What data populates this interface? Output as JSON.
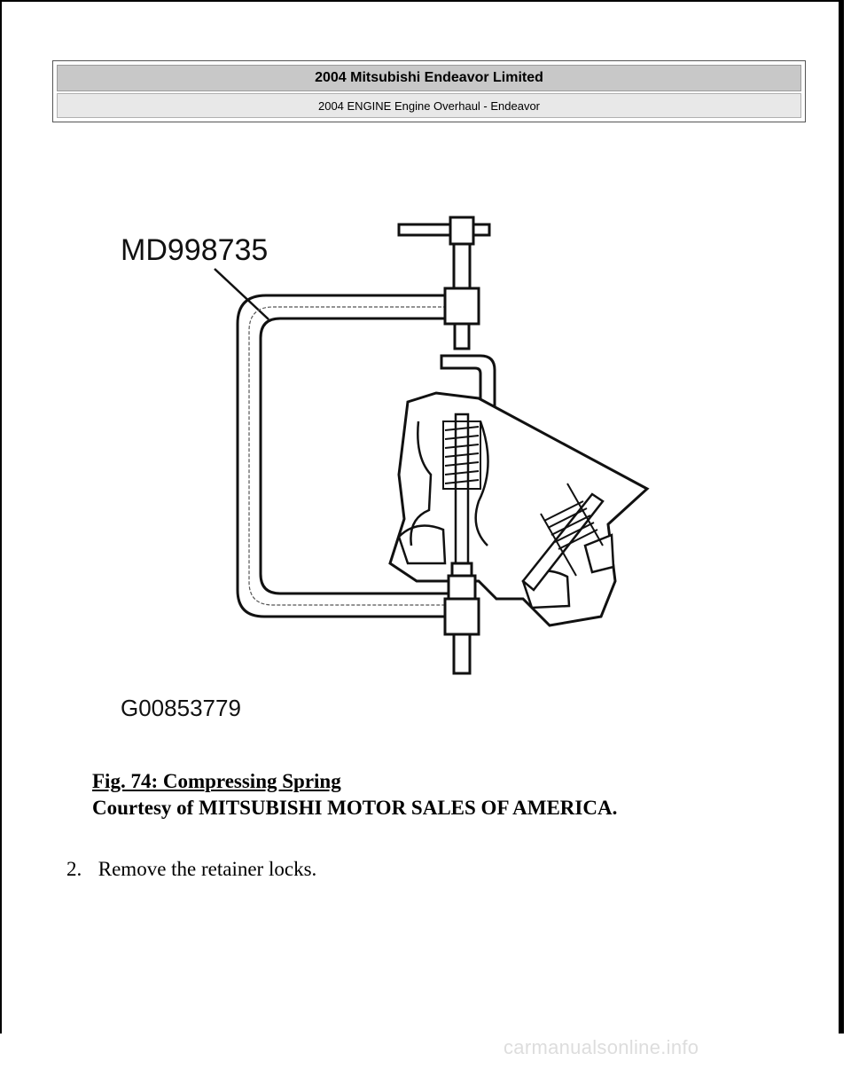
{
  "header": {
    "title": "2004 Mitsubishi Endeavor Limited",
    "subtitle": "2004 ENGINE Engine Overhaul - Endeavor"
  },
  "figure": {
    "tool_label": "MD998735",
    "image_code": "G00853779",
    "caption_title": "Fig. 74: Compressing Spring",
    "caption_courtesy": "Courtesy of MITSUBISHI MOTOR SALES OF AMERICA."
  },
  "steps": [
    {
      "number": "2.",
      "text": "Remove the retainer locks."
    }
  ],
  "footer": {
    "watermark": "carmanualsonline.info"
  }
}
